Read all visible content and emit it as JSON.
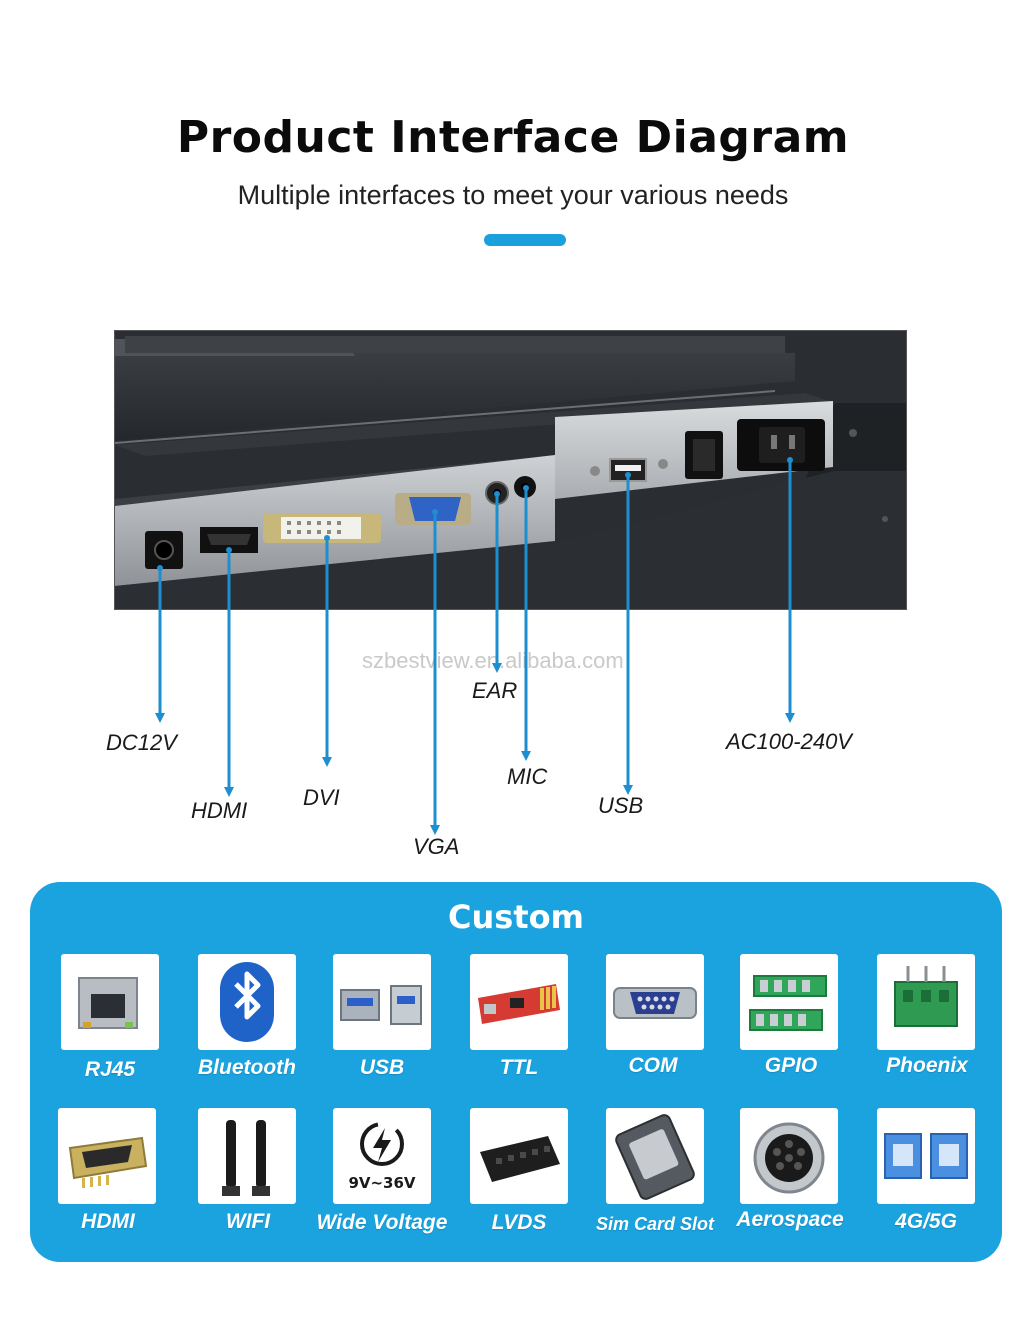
{
  "header": {
    "title": "Product Interface Diagram",
    "subtitle": "Multiple interfaces to meet your various needs"
  },
  "watermark": "szbestview.en.alibaba.com",
  "interfaces": {
    "dc": "DC12V",
    "hdmi": "HDMI",
    "dvi": "DVI",
    "vga": "VGA",
    "ear": "EAR",
    "mic": "MIC",
    "usb": "USB",
    "ac": "AC100-240V"
  },
  "custom": {
    "title": "Custom",
    "items": [
      {
        "label": "RJ45",
        "icon": "rj45-jack-icon"
      },
      {
        "label": "Bluetooth",
        "icon": "bluetooth-icon"
      },
      {
        "label": "USB",
        "icon": "usb-port-icon"
      },
      {
        "label": "TTL",
        "icon": "ttl-board-icon"
      },
      {
        "label": "COM",
        "icon": "serial-port-icon"
      },
      {
        "label": "GPIO",
        "icon": "terminal-block-icon"
      },
      {
        "label": "Phoenix",
        "icon": "phoenix-connector-icon"
      },
      {
        "label": "HDMI",
        "icon": "hdmi-port-icon"
      },
      {
        "label": "WIFI",
        "icon": "wifi-antenna-icon"
      },
      {
        "label": "Wide Voltage",
        "icon": "power-bolt-icon",
        "badge": "9V~36V"
      },
      {
        "label": "LVDS",
        "icon": "lvds-connector-icon"
      },
      {
        "label": "Sim Card Slot",
        "icon": "sim-tray-icon"
      },
      {
        "label": "Aerospace",
        "icon": "aviation-plug-icon"
      },
      {
        "label": "4G/5G",
        "icon": "cellular-module-icon"
      }
    ]
  },
  "colors": {
    "accent": "#1ba0de",
    "panel": "#1aa3df",
    "arrow": "#1d8fd0"
  }
}
